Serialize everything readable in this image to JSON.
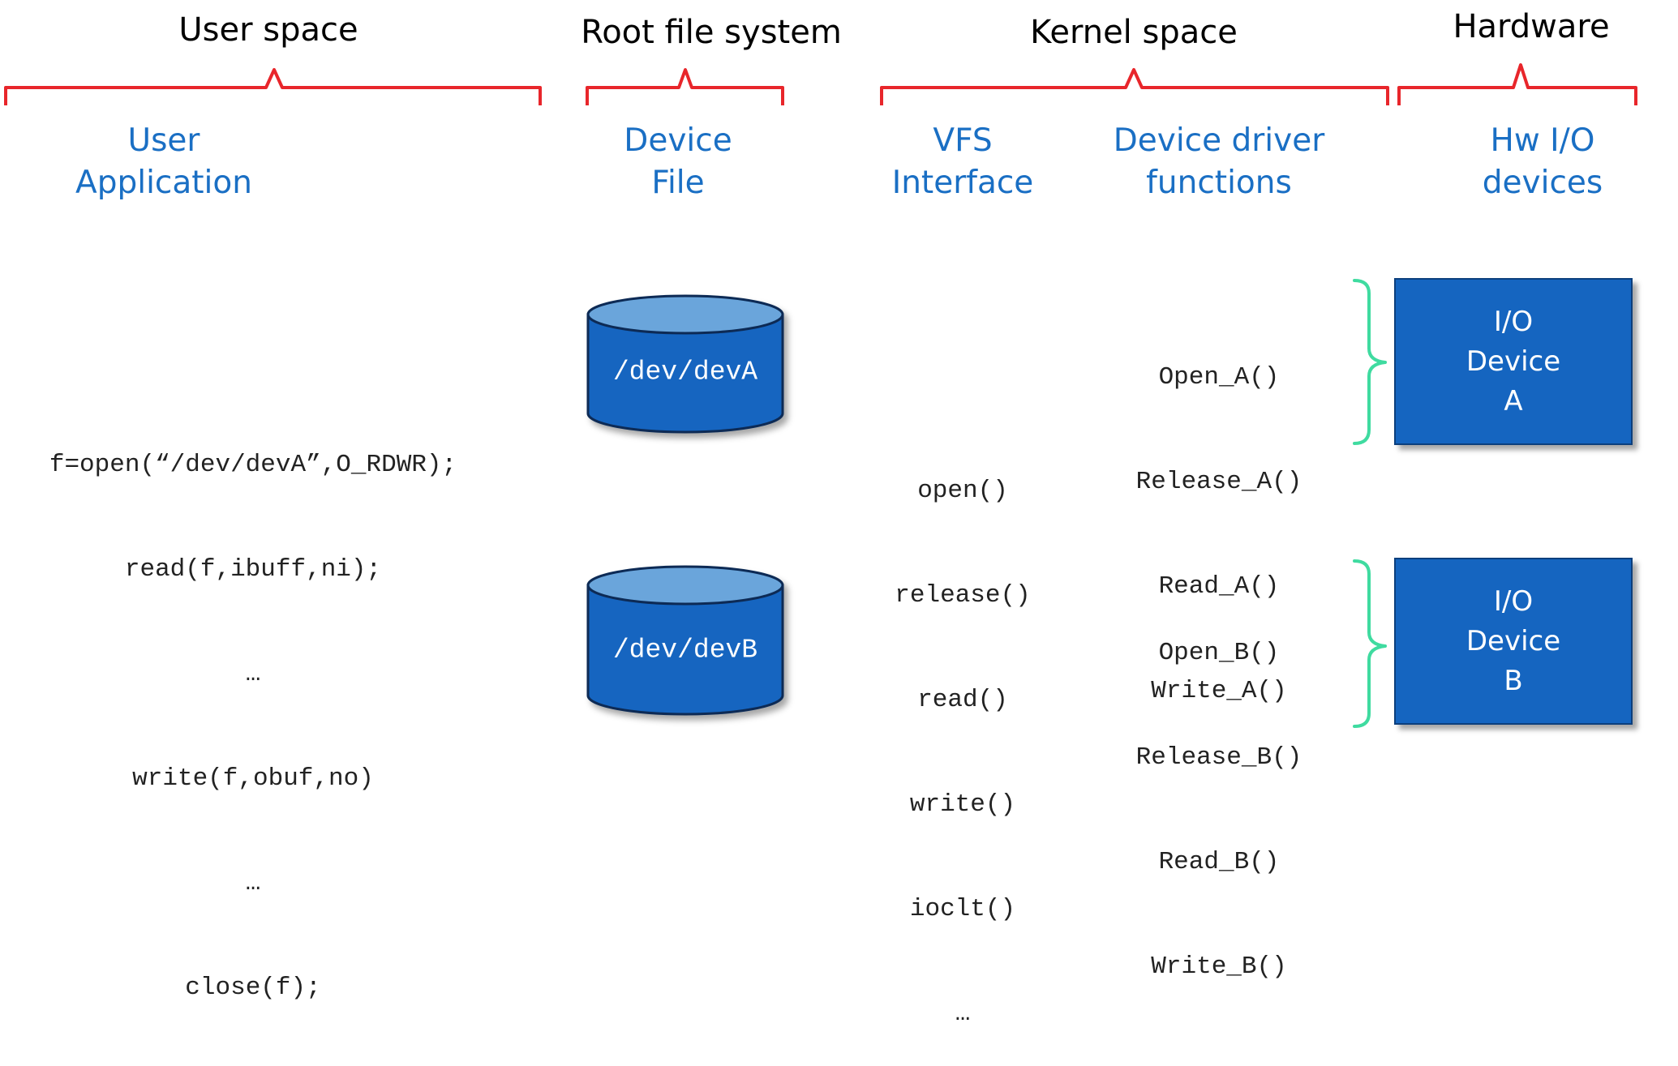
{
  "sections": {
    "user_space": "User space",
    "root_fs": "Root file system",
    "kernel_space": "Kernel space",
    "hardware": "Hardware"
  },
  "columns": {
    "user_app": [
      "User",
      "Application"
    ],
    "device_file": [
      "Device",
      "File"
    ],
    "vfs": [
      "VFS",
      "Interface"
    ],
    "driver": [
      "Device driver",
      "functions"
    ],
    "hw_io": [
      "Hw I/O",
      "devices"
    ]
  },
  "user_code": [
    "f=open(“/dev/devA”,O_RDWR);",
    "read(f,ibuff,ni);",
    "…",
    "write(f,obuf,no)",
    "…",
    "close(f);"
  ],
  "device_files": {
    "a": "/dev/devA",
    "b": "/dev/devB"
  },
  "vfs_functions": [
    "open()",
    "release()",
    "read()",
    "write()",
    "ioclt()",
    "…"
  ],
  "driver_functions": {
    "a": [
      "Open_A()",
      "Release_A()",
      "Read_A()",
      "Write_A()"
    ],
    "b": [
      "Open_B()",
      "Release_B()",
      "Read_B()",
      "Write_B()"
    ]
  },
  "devices": {
    "a": [
      "I/O",
      "Device",
      "A"
    ],
    "b": [
      "I/O",
      "Device",
      "B"
    ]
  },
  "colors": {
    "bracket": "#e8262b",
    "column_heading": "#1a6fc4",
    "cylinder_body": "#1565c0",
    "cylinder_top": "#6aa5db",
    "device_box": "#1565c0",
    "brace": "#3fdba0"
  }
}
